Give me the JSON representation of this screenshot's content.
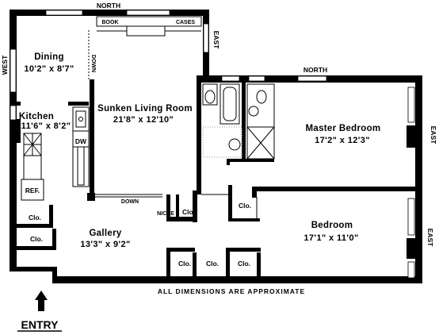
{
  "compass": {
    "north_top": "NORTH",
    "north_right": "NORTH",
    "west": "WEST",
    "east_top": "EAST",
    "east_mid": "EAST",
    "east_low": "EAST"
  },
  "rooms": {
    "dining": {
      "name": "Dining",
      "dims": "10'2\" x 8'7\""
    },
    "kitchen": {
      "name": "Kitchen",
      "dims": "11'6\" x 8'2\""
    },
    "living": {
      "name": "Sunken Living Room",
      "dims": "21'8\" x 12'10\""
    },
    "master": {
      "name": "Master Bedroom",
      "dims": "17'2\" x 12'3\""
    },
    "bedroom": {
      "name": "Bedroom",
      "dims": "17'1\" x 11'0\""
    },
    "gallery": {
      "name": "Gallery",
      "dims": "13'3\" x 9'2\""
    }
  },
  "labels": {
    "book": "BOOK",
    "cases": "CASES",
    "down_vertical": "DOWN",
    "down_horizontal": "DOWN",
    "niche": "NICHE",
    "dw": "DW",
    "ref": "REF.",
    "clo": "Clo."
  },
  "footer": {
    "note": "ALL DIMENSIONS ARE APPROXIMATE",
    "entry": "ENTRY"
  }
}
